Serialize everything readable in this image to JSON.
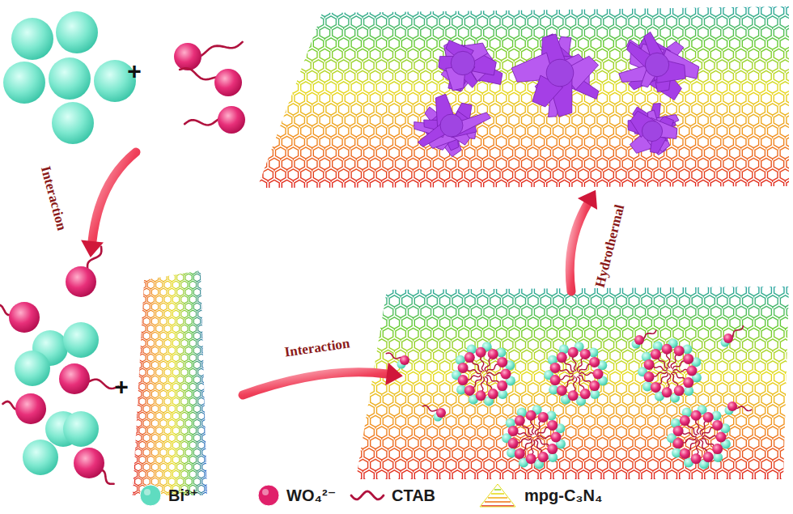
{
  "diagram": {
    "labels": [
      "+",
      "Interaction",
      "+",
      "Interaction",
      "Hydrothermal"
    ],
    "legend": [
      {
        "text": "Bi³⁺",
        "color": "#5fdcc0"
      },
      {
        "text": "WO₄²⁻",
        "color": "#e0206a"
      },
      {
        "text": "CTAB"
      },
      {
        "text": "mpg-C₃N₄"
      }
    ]
  }
}
